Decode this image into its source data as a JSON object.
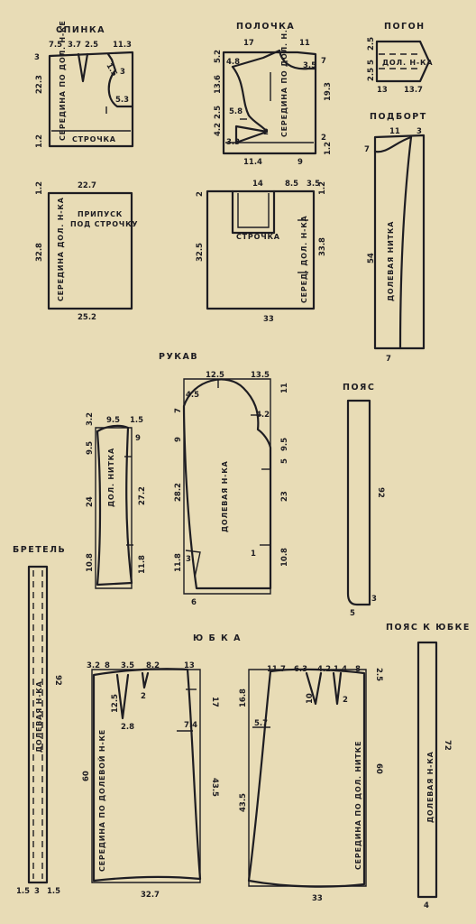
{
  "titles": {
    "back": "СПИНКА",
    "front": "ПОЛОЧКА",
    "epaulet": "ПОГОН",
    "facing": "ПОДБОРТ",
    "sleeve": "РУКАВ",
    "belt": "ПОЯС",
    "strap": "БРЕТЕЛЬ",
    "skirt": "Ю Б К А",
    "skirt_belt": "ПОЯС К ЮБКЕ"
  },
  "labels": {
    "back_center": "СЕРЕДИНА ПО ДОЛ. Н-КЕ",
    "back_stitch": "СТРОЧКА",
    "front_center": "СЕРЕДИНА ПО ДОЛ. Н.",
    "epaulet_grain": "ДОЛ. Н-КА",
    "facing_grain": "ДОЛЕВАЯ НИТКА",
    "allowance_line1": "ПРИПУСК",
    "allowance_line2": "ПОД СТРОЧКУ",
    "lowerback_center": "СЕРЕДИНА ДОЛ. Н-КА",
    "lowerfront_stitch": "СТРОЧКА",
    "lowerfront_center": "СЕРЕД. ДОЛ. Н-КА",
    "sleeve_grain": "ДОЛЕВАЯ Н-КА",
    "sleeve_small_grain": "ДОЛ. НИТКА",
    "strap_grain": "ДОЛЕВАЯ Н-КА",
    "skirt_back_center": "СЕРЕДИНА ПО ДОЛЕВОЙ Н-КЕ",
    "skirt_front_center": "СЕРЕДИНА ПО ДОЛ. НИТКЕ",
    "skirt_belt_grain": "ДОЛЕВАЯ Н-КА"
  },
  "dims": {
    "back": {
      "top1": "7.5",
      "top2": "3.7",
      "top3": "2.5",
      "top4": "11.3",
      "left1": "3",
      "left2": "22.3",
      "left3": "1.2",
      "right1": "1.5",
      "right2": "3",
      "right3": "5.3"
    },
    "front": {
      "top1": "17",
      "top2": "11",
      "left1": "5.2",
      "left2": "4.8",
      "left3": "13.6",
      "left4": "2.5",
      "left5": "5.8",
      "left6": "4.2",
      "left7": "3.3",
      "mid": "2",
      "right1": "3.5",
      "right2": "7",
      "right3": "19.3",
      "right4": "2",
      "right5": "1.2",
      "bot1": "11.4",
      "bot2": "9"
    },
    "epaulet": {
      "left1": "2.5",
      "left2": "5",
      "left3": "2.5",
      "bot1": "13",
      "bot2": "13.7"
    },
    "facing": {
      "top1": "11",
      "top2": "3",
      "left1": "7",
      "mid": "54",
      "bot": "7"
    },
    "lowerback": {
      "top": "22.7",
      "left1": "1.2",
      "left2": "32.8",
      "bot": "25.2"
    },
    "lowerfront": {
      "top1": "14",
      "top2": "8.5",
      "top3": "3.5",
      "left1": "2",
      "left2": "32.5",
      "right1": "1.2",
      "right2": "33.8",
      "bot": "33"
    },
    "sleeve_small": {
      "top1": "9.5",
      "top2": "1.5",
      "left1": "3.2",
      "left2": "9.5",
      "left3": "24",
      "left4": "10.8",
      "right1": "9",
      "right2": "27.2",
      "right3": "11.8"
    },
    "sleeve": {
      "top1": "12.5",
      "top2": "13.5",
      "left1": "4.5",
      "left2": "7",
      "left3": "9",
      "left4": "28.2",
      "left5": "11.8",
      "left6": "3",
      "right1": "11",
      "right2": "4.2",
      "right3": "9.5",
      "right4": "5",
      "right5": "23",
      "right6": "10.8",
      "inner": "1",
      "bot": "6"
    },
    "belt": {
      "len": "92",
      "bot1": "5",
      "bot2": "3"
    },
    "strap": {
      "len": "92",
      "bot1": "1.5",
      "bot2": "3",
      "bot3": "1.5"
    },
    "skirt_back": {
      "top1": "3.2",
      "top2": "8",
      "top3": "3.5",
      "top4": "8.2",
      "top5": "13",
      "dart1": "2",
      "dart2": "12.5",
      "dart3": "2.8",
      "left1": "60",
      "right1": "17",
      "right2": "7.4",
      "right3": "43.5",
      "bot": "32.7"
    },
    "skirt_front": {
      "top1": "11.7",
      "top2": "6.3",
      "top3": "4.2",
      "top4": "1.4",
      "top5": "8",
      "right1": "2.5",
      "left1": "16.8",
      "left2": "5.7",
      "left3": "43.5",
      "dart1": "10",
      "dart2": "2",
      "right2": "60",
      "bot": "33"
    },
    "skirt_belt": {
      "len": "72",
      "bot": "4"
    }
  }
}
